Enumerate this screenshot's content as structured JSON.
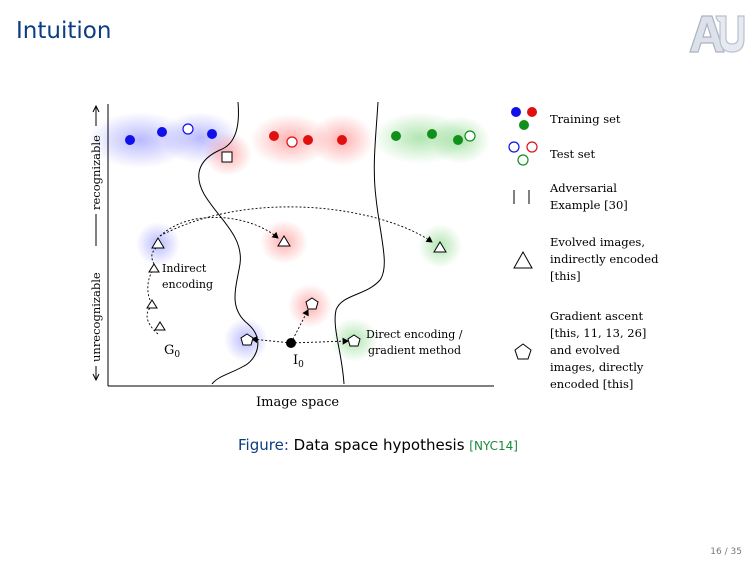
{
  "slide": {
    "title": "Intuition",
    "page_current": "16",
    "page_sep": "/",
    "page_total": "35"
  },
  "figure": {
    "axis": {
      "y_top": "recognizable",
      "y_bottom": "unrecognizable",
      "x": "Image space"
    },
    "labels": {
      "indirect_line1": "Indirect",
      "indirect_line2": "encoding",
      "g0": "G",
      "g0_sub": "0",
      "i0": "I",
      "i0_sub": "0",
      "direct_line1": "Direct encoding /",
      "direct_line2": "gradient method"
    },
    "legend": [
      {
        "key": "training",
        "lines": [
          "Training set"
        ]
      },
      {
        "key": "test",
        "lines": [
          "Test set"
        ]
      },
      {
        "key": "adversarial",
        "lines": [
          "Adversarial",
          "Example [30]"
        ]
      },
      {
        "key": "evolved",
        "lines": [
          "Evolved images,",
          "indirectly encoded",
          "[this]"
        ]
      },
      {
        "key": "gradient",
        "lines": [
          "Gradient ascent",
          "[this, 11, 13, 26]",
          "and evolved",
          "images, directly",
          "encoded [this]"
        ]
      }
    ],
    "colors": {
      "blue": "#1010e8",
      "red": "#e01010",
      "green": "#10901a"
    }
  },
  "caption": {
    "label": "Figure:",
    "text": "Data space hypothesis",
    "cite_open": "[",
    "cite": "NYC14",
    "cite_close": "]"
  }
}
